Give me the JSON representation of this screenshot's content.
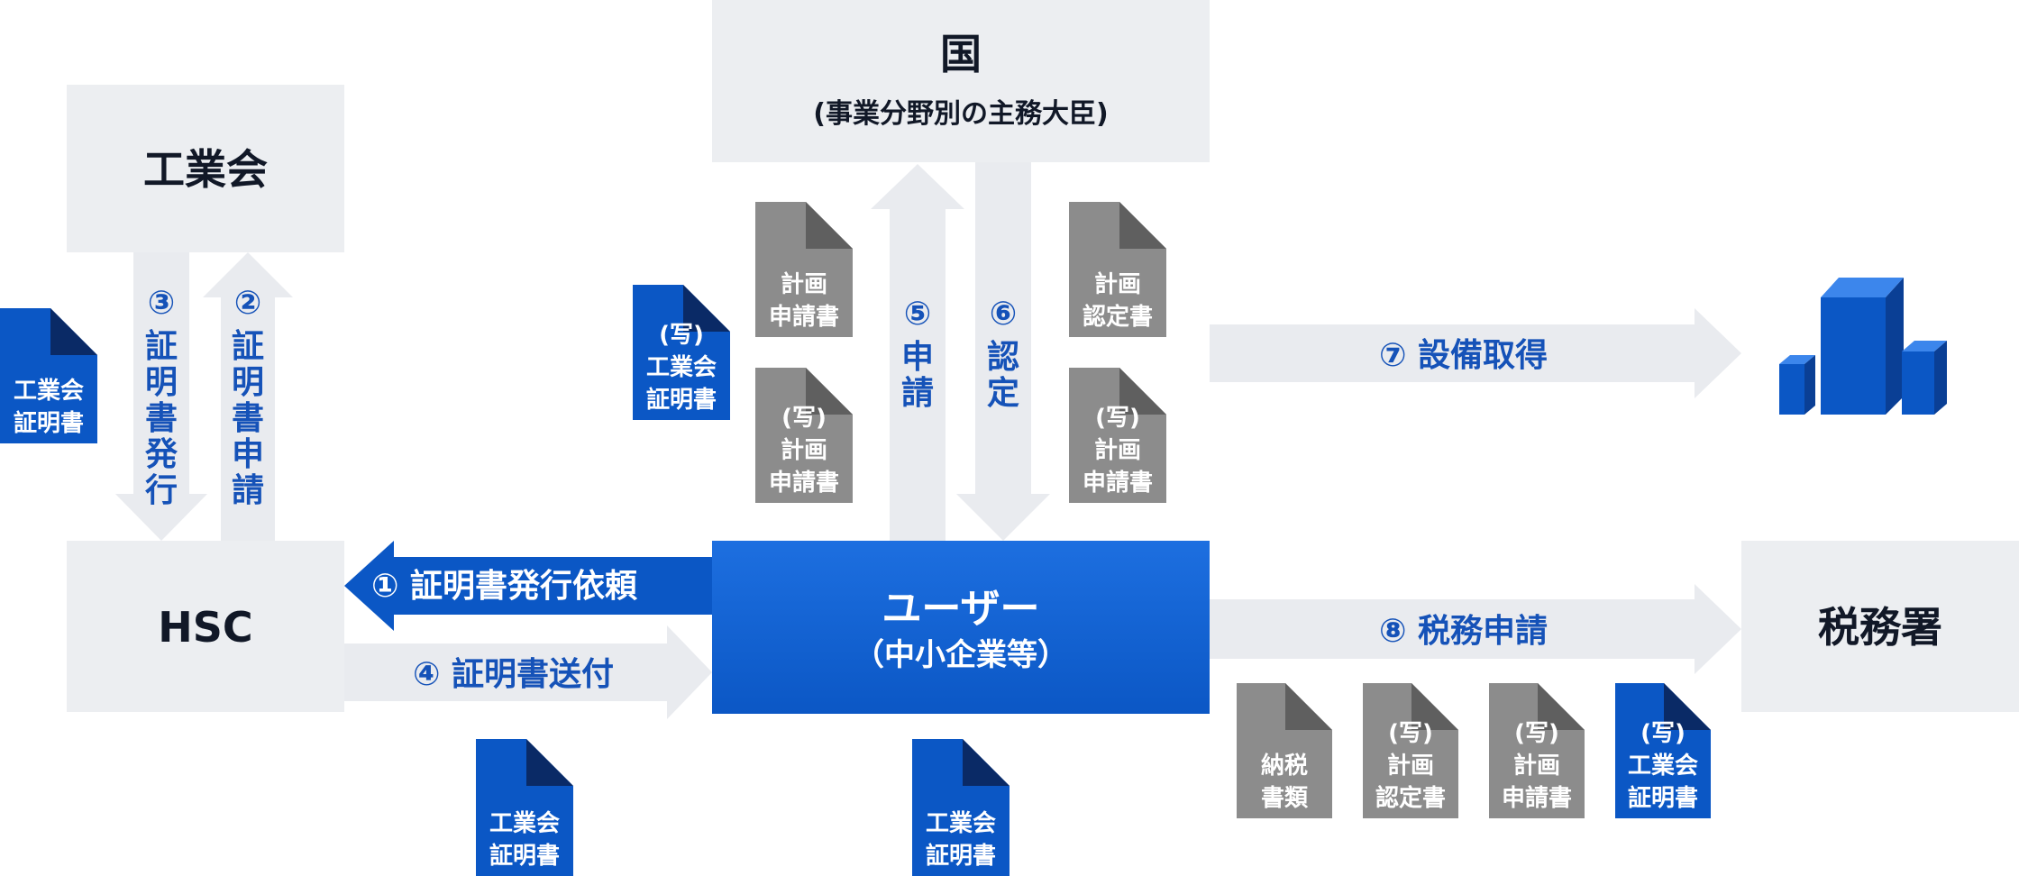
{
  "nodes": {
    "country_title": "国",
    "country_sub": "(事業分野別の主務大臣)",
    "association": "工業会",
    "hsc": "HSC",
    "user_title": "ユーザー",
    "user_sub": "（中小企業等）",
    "tax_office": "税務署"
  },
  "arrows": {
    "a1": "① 証明書発行依頼",
    "a2_num": "②",
    "a2_chars": [
      "証",
      "明",
      "書",
      "申",
      "請"
    ],
    "a3_num": "③",
    "a3_chars": [
      "証",
      "明",
      "書",
      "発",
      "行"
    ],
    "a4": "④ 証明書送付",
    "a5_num": "⑤",
    "a5_chars": [
      "申",
      "請"
    ],
    "a6_num": "⑥",
    "a6_chars": [
      "認",
      "定"
    ],
    "a7": "⑦ 設備取得",
    "a8": "⑧ 税務申請"
  },
  "documents": {
    "cert_left": [
      "工業会",
      "証明書"
    ],
    "cert_copy_center": [
      "(写)",
      "工業会",
      "証明書"
    ],
    "plan_application": [
      "計画",
      "申請書"
    ],
    "plan_application_copy": [
      "(写)",
      "計画",
      "申請書"
    ],
    "plan_certified": [
      "計画",
      "認定書"
    ],
    "plan_application_copy_right": [
      "(写)",
      "計画",
      "申請書"
    ],
    "cert_bottom_hsc": [
      "工業会",
      "証明書"
    ],
    "cert_bottom_user": [
      "工業会",
      "証明書"
    ],
    "tax_docs": [
      "納税",
      "書類"
    ],
    "plan_certified_copy": [
      "(写)",
      "計画",
      "認定書"
    ],
    "plan_application_copy_bottom": [
      "(写)",
      "計画",
      "申請書"
    ],
    "cert_copy_bottom": [
      "(写)",
      "工業会",
      "証明書"
    ]
  },
  "colors": {
    "box_gray": "#eceef1",
    "arrow_gray": "#e9ebef",
    "blue": "#0b57c5",
    "blue_dark": "#0a2a66",
    "doc_gray": "#8c8c8c",
    "doc_gray_fold": "#5f5f5f",
    "text_dark": "#111827",
    "text_blue": "#1552b8"
  },
  "icons": {
    "equipment": "equipment-boxes-icon"
  }
}
